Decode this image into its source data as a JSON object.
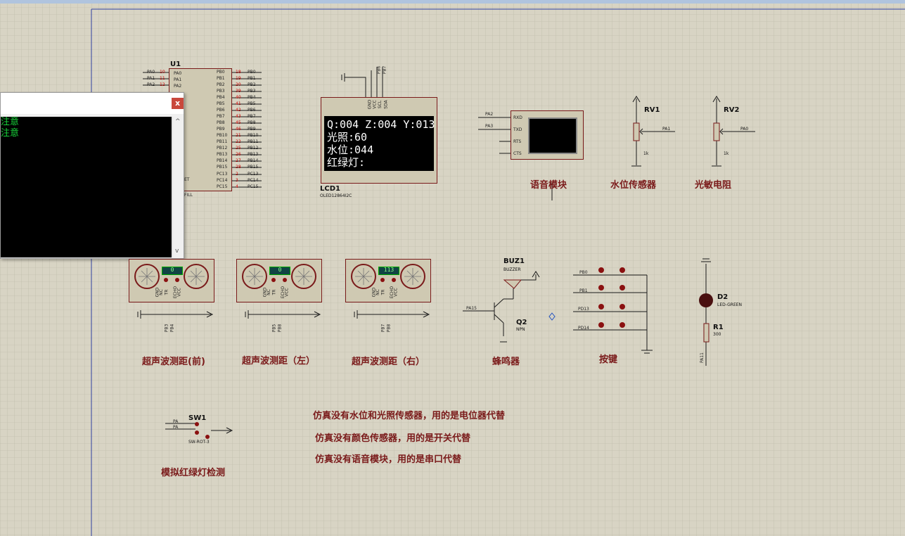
{
  "ic": {
    "ref": "U1",
    "left_pins": [
      "PA0",
      "PA1",
      "PA2"
    ],
    "left_nets": [
      "PA0",
      "PA1",
      "PA2"
    ],
    "left_nums": [
      "10",
      "11",
      "12"
    ],
    "right_pins": [
      "PB0",
      "PB1",
      "PB2",
      "PB3",
      "PB4",
      "PB5",
      "PB6",
      "PB7",
      "PB8",
      "PB9",
      "PB10",
      "PB11",
      "PB12",
      "PB13",
      "PB14",
      "PB15",
      "PC13",
      "PC14",
      "PC15"
    ],
    "right_nums": [
      "18",
      "19",
      "20",
      "39",
      "40",
      "41",
      "42",
      "43",
      "45",
      "46",
      "21",
      "22",
      "25",
      "26",
      "27",
      "28",
      "2",
      "3",
      "4"
    ],
    "fragment_left": "ET",
    "fragment_bottom": "FILL"
  },
  "lcd": {
    "ref": "LCD1",
    "part": "OLED12864I2C",
    "pins": [
      "GND",
      "VCC",
      "SCL",
      "SDA"
    ],
    "nets": [
      "PB6",
      "PB7"
    ],
    "lines": [
      "Q:004 Z:004 Y:013",
      "光照:60",
      "水位:044",
      "红绿灯:"
    ]
  },
  "terminal": {
    "lines": [
      "注意",
      "注意"
    ],
    "close_label": "x",
    "scroll_up": "^",
    "scroll_down": "v"
  },
  "voice": {
    "label": "语音模块",
    "pins": [
      "RXD",
      "TXD",
      "RTS",
      "CTS"
    ],
    "nets": [
      "PA2",
      "PA3"
    ]
  },
  "rv1": {
    "ref": "RV1",
    "value": "1k",
    "net": "PA1",
    "label": "水位传感器"
  },
  "rv2": {
    "ref": "RV2",
    "value": "1k",
    "net": "PA0",
    "label": "光敏电阻"
  },
  "ultrasonic": [
    {
      "label": "超声波测距(前)",
      "nets": [
        "PB3",
        "PB4"
      ],
      "display": "0"
    },
    {
      "label": "超声波测距（左）",
      "nets": [
        "PB5",
        "PB8"
      ],
      "display": "0"
    },
    {
      "label": "超声波测距（右）",
      "nets": [
        "PB7",
        "PB8"
      ],
      "display": "113"
    }
  ],
  "ultra_pins": [
    "GND",
    "NC",
    "TR",
    "ECHO",
    "VCC"
  ],
  "buzzer": {
    "ref": "BUZ1",
    "part": "BUZZER",
    "transistor": "Q2",
    "type": "NPN",
    "net": "PA15",
    "label": "蜂鸣器"
  },
  "keys": {
    "label": "按键",
    "nets": [
      "PB0",
      "PB1",
      "PD13",
      "PD14"
    ]
  },
  "led": {
    "ref": "D2",
    "part": "LED-GREEN",
    "res": "R1",
    "res_value": "300",
    "net": "PA11"
  },
  "switch": {
    "ref": "SW1",
    "part": "SW-ROT-3",
    "nets": [
      "PA",
      "PA"
    ],
    "label": "模拟红绿灯检测"
  },
  "notes": [
    "仿真没有水位和光照传感器，用的是电位器代替",
    "仿真没有颜色传感器，用的是开关代替",
    "仿真没有语音模块，用的是串口代替"
  ],
  "colors": {
    "grid_bg": "#d8d4c4",
    "component_fill": "#cfc9b2",
    "wire": "#1a5a1a",
    "label": "#7a1a1a"
  }
}
